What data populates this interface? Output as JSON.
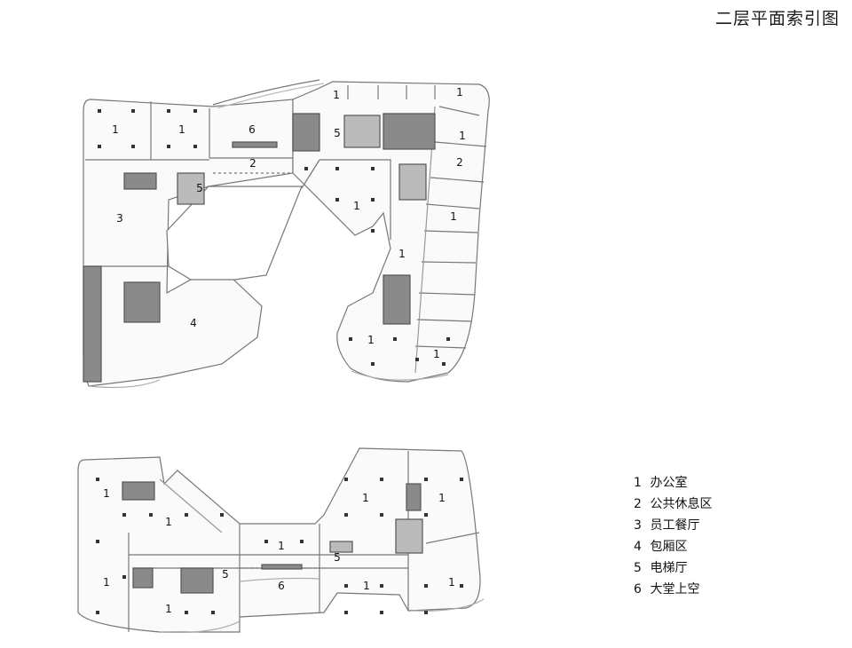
{
  "title": "二层平面索引图",
  "plan_top": {
    "labels": [
      {
        "key": "office-1",
        "text": "1"
      },
      {
        "key": "office-2",
        "text": "1"
      },
      {
        "key": "office-3",
        "text": "1"
      },
      {
        "key": "office-4",
        "text": "1"
      },
      {
        "key": "office-5",
        "text": "1"
      },
      {
        "key": "office-6",
        "text": "1"
      },
      {
        "key": "office-7",
        "text": "1"
      },
      {
        "key": "office-8",
        "text": "1"
      },
      {
        "key": "office-9",
        "text": "1"
      },
      {
        "key": "office-10",
        "text": "1"
      },
      {
        "key": "lounge-1",
        "text": "2"
      },
      {
        "key": "lounge-2",
        "text": "2"
      },
      {
        "key": "canteen",
        "text": "3"
      },
      {
        "key": "private-room",
        "text": "4"
      },
      {
        "key": "elevator-1",
        "text": "5"
      },
      {
        "key": "elevator-2",
        "text": "5"
      },
      {
        "key": "atrium",
        "text": "6"
      }
    ]
  },
  "plan_bottom": {
    "labels": [
      {
        "key": "office-1",
        "text": "1"
      },
      {
        "key": "office-2",
        "text": "1"
      },
      {
        "key": "office-3",
        "text": "1"
      },
      {
        "key": "office-4",
        "text": "1"
      },
      {
        "key": "office-5",
        "text": "1"
      },
      {
        "key": "office-6",
        "text": "1"
      },
      {
        "key": "office-7",
        "text": "1"
      },
      {
        "key": "office-8",
        "text": "1"
      },
      {
        "key": "office-9",
        "text": "1"
      },
      {
        "key": "elevator-1",
        "text": "5"
      },
      {
        "key": "elevator-2",
        "text": "5"
      },
      {
        "key": "atrium",
        "text": "6"
      }
    ]
  },
  "legend": [
    {
      "num": "1",
      "text": "办公室"
    },
    {
      "num": "2",
      "text": "公共休息区"
    },
    {
      "num": "3",
      "text": "员工餐厅"
    },
    {
      "num": "4",
      "text": "包厢区"
    },
    {
      "num": "5",
      "text": "电梯厅"
    },
    {
      "num": "6",
      "text": "大堂上空"
    }
  ]
}
